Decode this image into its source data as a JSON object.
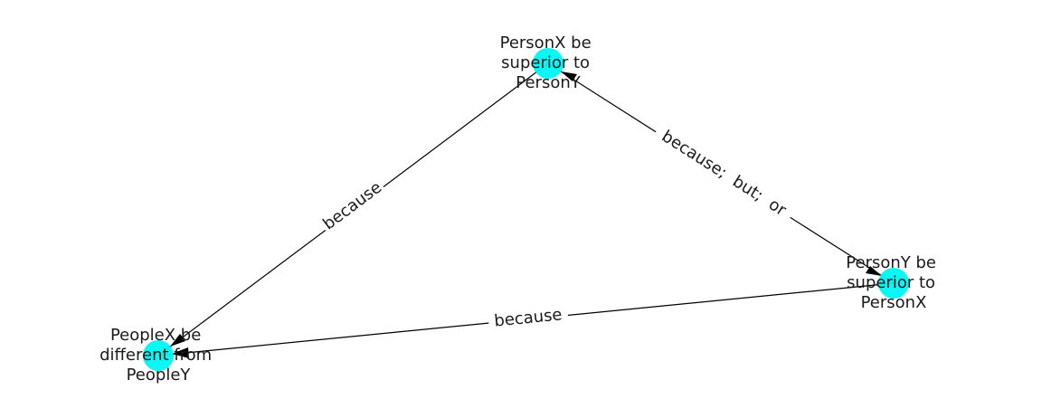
{
  "diagram": {
    "nodes": [
      {
        "id": "x_superior_y",
        "lines": [
          "PersonX be",
          "superior to",
          "PersonY"
        ]
      },
      {
        "id": "y_superior_x",
        "lines": [
          "PersonY be",
          "superior to",
          "PersonX"
        ]
      },
      {
        "id": "x_different_y",
        "lines": [
          "PeopleX be",
          "different from",
          "PeopleY"
        ]
      }
    ],
    "edges": [
      {
        "from": "x_superior_y",
        "to": "x_different_y",
        "label": "because"
      },
      {
        "from": "x_superior_y",
        "to": "y_superior_x",
        "label": "because;  but;  or",
        "bidirectional": true
      },
      {
        "from": "y_superior_x",
        "to": "x_different_y",
        "label": "because"
      }
    ],
    "colors": {
      "node": "#00f5f5",
      "edge": "#000000",
      "text": "#1a1a1a"
    }
  }
}
